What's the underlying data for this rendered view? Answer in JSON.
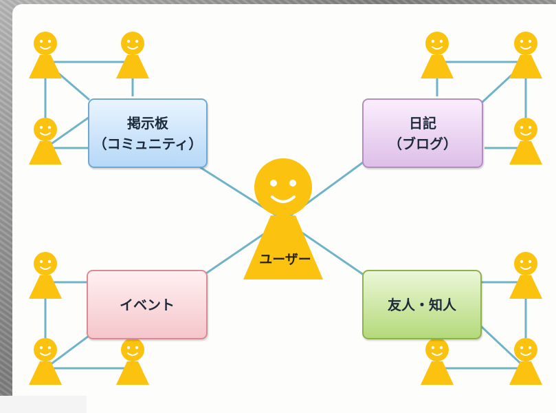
{
  "colors": {
    "person": "#fbc20f",
    "face": "#ffffff",
    "connector": "#6fb3c6",
    "board_border": "#6fa7d4",
    "diary_border": "#b58cc2",
    "event_border": "#d98a94",
    "friends_border": "#8db24d"
  },
  "icons": [
    "person-icon",
    "user-icon"
  ],
  "hub": {
    "label": "ユーザー"
  },
  "boxes": {
    "board": {
      "line1": "掲示板",
      "line2": "（コミュニティ）"
    },
    "diary": {
      "line1": "日記",
      "line2": "（ブログ）"
    },
    "event": {
      "line1": "イベント"
    },
    "friends": {
      "line1": "友人・知人"
    }
  }
}
